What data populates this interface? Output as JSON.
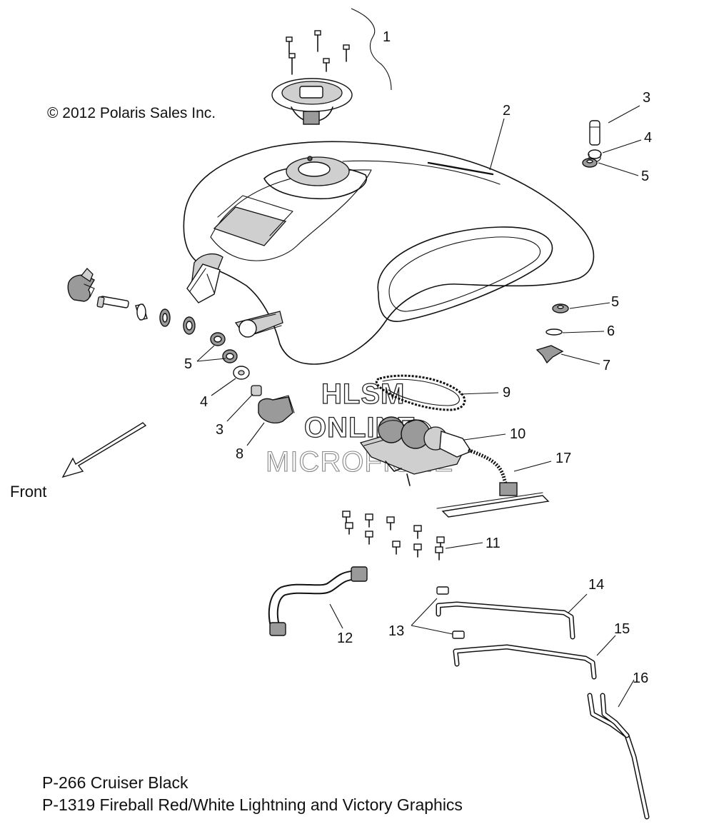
{
  "copyright": "© 2012 Polaris Sales Inc.",
  "direction_label": "Front",
  "watermark": [
    "HLSM",
    "ONLINE",
    "MICROFICHE"
  ],
  "notes": [
    "P-266  Cruiser Black",
    "P-1319 Fireball Red/White Lightning and Victory Graphics"
  ],
  "callouts": [
    "1",
    "2",
    "3",
    "4",
    "5",
    "5",
    "6",
    "7",
    "9",
    "10",
    "17",
    "5",
    "4",
    "3",
    "8",
    "11",
    "12",
    "13",
    "14",
    "15",
    "16"
  ]
}
